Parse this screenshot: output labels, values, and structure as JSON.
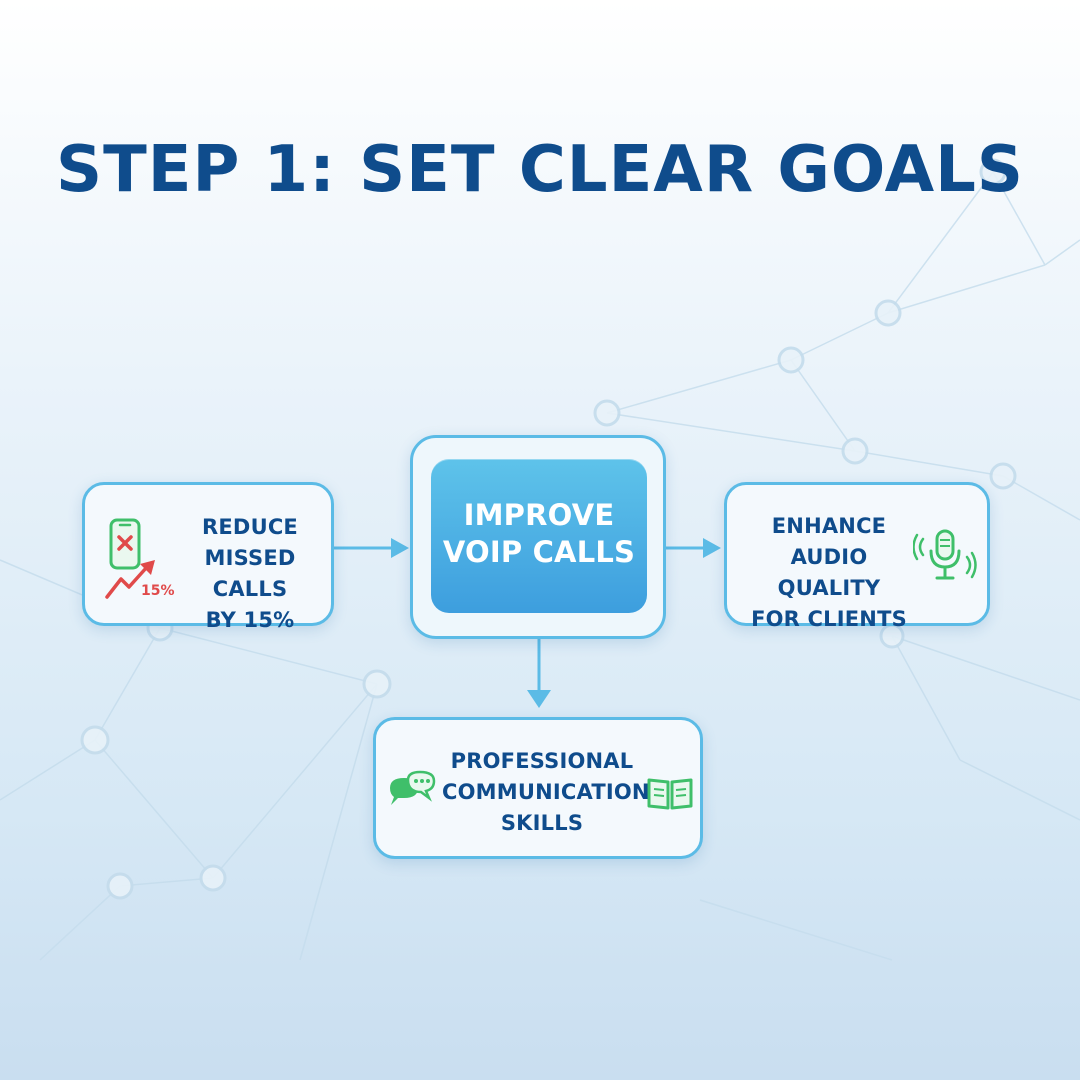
{
  "title": "STEP 1: SET CLEAR GOALS",
  "center": {
    "lines": [
      "IMPROVE",
      "VOIP CALLS"
    ]
  },
  "left": {
    "lines": [
      "REDUCE",
      "MISSED CALLS",
      "BY 15%"
    ],
    "icon_badge": "15%",
    "icons": [
      "phone-missed-icon",
      "trend-up-arrow-icon"
    ]
  },
  "right": {
    "lines": [
      "ENHANCE",
      "AUDIO QUALITY",
      "FOR CLIENTS"
    ],
    "icons": [
      "microphone-icon"
    ]
  },
  "bottom": {
    "lines": [
      "PROFESSIONAL",
      "COMMUNICATION",
      "SKILLS"
    ],
    "icons": [
      "chat-bubbles-icon",
      "open-book-icon"
    ]
  },
  "colors": {
    "title": "#0f4c8c",
    "card_border": "#5bbbe6",
    "center_fill": "#4aaee3",
    "connector": "#5bbbe6",
    "icon_green": "#3fbf6a",
    "icon_red": "#e04a4a"
  }
}
